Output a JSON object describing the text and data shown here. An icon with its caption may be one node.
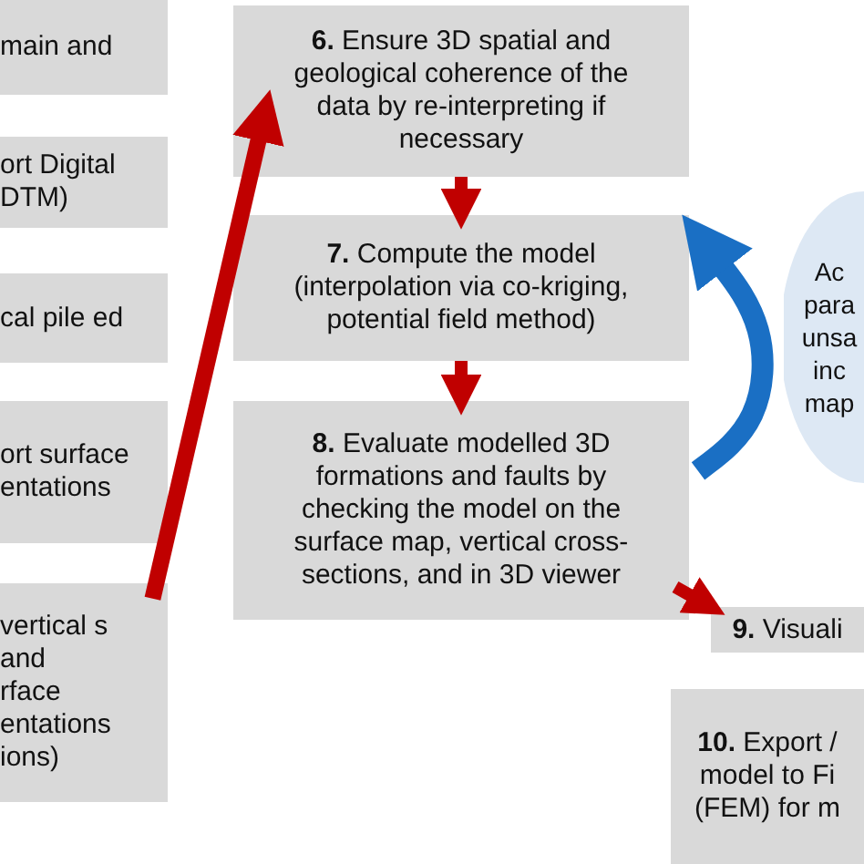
{
  "diagram": {
    "nodes": [
      {
        "text": [
          "main and"
        ]
      },
      {
        "text": [
          "ort Digital DTM)"
        ]
      },
      {
        "text": [
          "cal pile ed"
        ]
      },
      {
        "text": [
          "ort surface entations"
        ]
      },
      {
        "text": [
          "vertical s and rface entations ions)"
        ]
      },
      {
        "text": [
          "**6.** Ensure 3D spatial and geological coherence of the data by re-interpreting if necessary"
        ]
      },
      {
        "text": [
          "**7.** Compute the model (interpolation via co-kriging, potential field method)"
        ]
      },
      {
        "text": [
          "**8.** Evaluate modelled 3D formations and faults by checking the model on the surface map, vertical cross-sections, and in 3D viewer"
        ]
      },
      {
        "text": [
          "**9.** Visuali"
        ]
      },
      {
        "text": [
          "**10.** Export / model to Fi (FEM) for m"
        ]
      },
      {
        "text": [
          "Ac para unsa inc map"
        ]
      }
    ],
    "edges": [
      {
        "from": 4,
        "to": 5,
        "arrow": "to"
      },
      {
        "from": 5,
        "to": 6,
        "arrow": "to"
      },
      {
        "from": 6,
        "to": 7,
        "arrow": "to"
      },
      {
        "from": 7,
        "to": 8,
        "arrow": "to"
      },
      {
        "from": 7,
        "to": 6,
        "arrow": "to",
        "color": "#1a6fc4"
      }
    ]
  }
}
